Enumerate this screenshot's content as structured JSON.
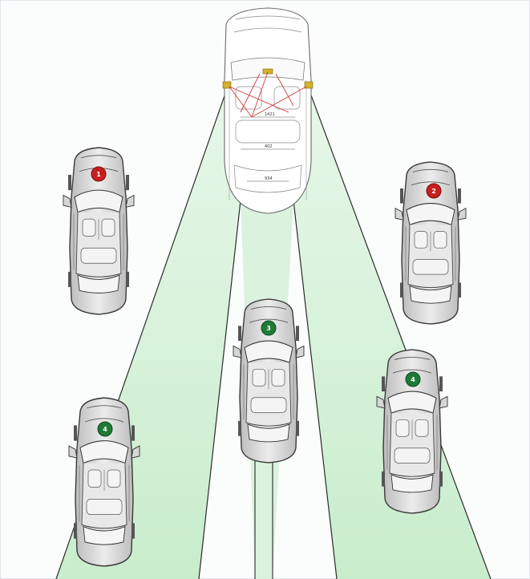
{
  "diagram": {
    "colors": {
      "zone_fill": "#cdeed2",
      "zone_line": "#2b2b2b",
      "sensor": "#d4b12a",
      "warning_badge": "#c81e1e",
      "safe_badge": "#1f7a35",
      "car_body": "#dcdcdc",
      "car_outline": "#3a3a3a",
      "sensor_beam": "#d03c3c"
    },
    "dimensions": {
      "upper": "1421",
      "middle": "402",
      "lower": "934"
    },
    "vehicles": [
      {
        "label": "1",
        "status": "warning"
      },
      {
        "label": "2",
        "status": "warning"
      },
      {
        "label": "3",
        "status": "safe"
      },
      {
        "label": "4",
        "status": "safe"
      },
      {
        "label": "4",
        "status": "safe"
      }
    ]
  }
}
